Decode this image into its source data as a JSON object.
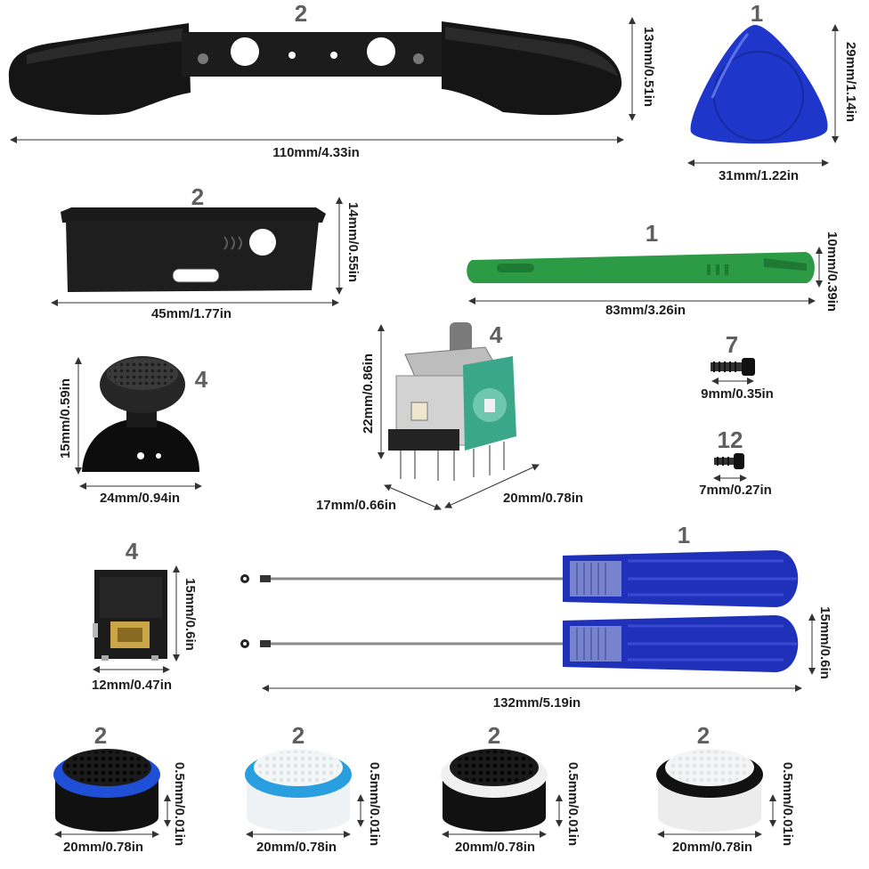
{
  "bumper": {
    "count": "2",
    "height": "13mm/0.51in",
    "width": "110mm/4.33in"
  },
  "pick": {
    "count": "1",
    "height": "29mm/1.14in",
    "width": "31mm/1.22in"
  },
  "button_bar": {
    "count": "2",
    "height": "14mm/0.55in",
    "width": "45mm/1.77in"
  },
  "pry_tool": {
    "count": "1",
    "height": "10mm/0.39in",
    "width": "83mm/3.26in"
  },
  "thumbstick": {
    "count": "4",
    "height": "15mm/0.59in",
    "width": "24mm/0.94in"
  },
  "joystick_module": {
    "count": "4",
    "height": "22mm/0.86in",
    "depth": "17mm/0.66in",
    "width": "20mm/0.78in"
  },
  "screw_large": {
    "count": "7",
    "width": "9mm/0.35in"
  },
  "screw_small": {
    "count": "12",
    "width": "7mm/0.27in"
  },
  "audio_jack": {
    "count": "4",
    "height": "15mm/0.6in",
    "width": "12mm/0.47in"
  },
  "screwdrivers": {
    "count": "1",
    "height": "15mm/0.6in",
    "width": "132mm/5.19in"
  },
  "thumb_grips": [
    {
      "count": "2",
      "height": "0.5mm/0.01in",
      "width": "20mm/0.78in"
    },
    {
      "count": "2",
      "height": "0.5mm/0.01in",
      "width": "20mm/0.78in"
    },
    {
      "count": "2",
      "height": "0.5mm/0.01in",
      "width": "20mm/0.78in"
    },
    {
      "count": "2",
      "height": "0.5mm/0.01in",
      "width": "20mm/0.78in"
    }
  ],
  "colors": {
    "pick": "#1e36c9",
    "pry_tool": "#2d9a46",
    "screwdriver_handle": "#1f31b8",
    "joystick_teal": "#3aa68a",
    "grip_blue": "#1f4fd6",
    "grip_light_blue": "#2a9fe0"
  }
}
